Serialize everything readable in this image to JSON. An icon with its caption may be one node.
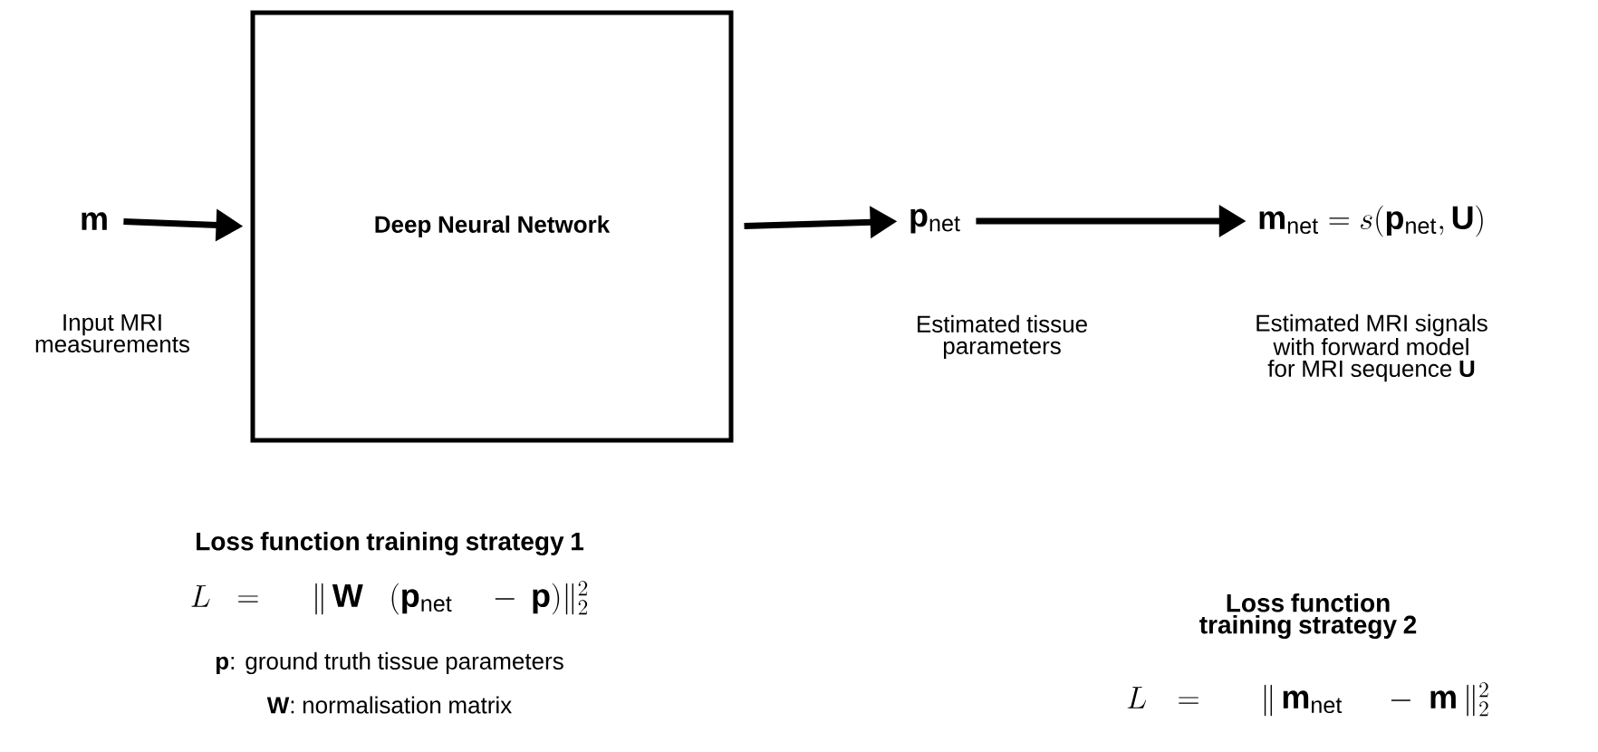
{
  "diagram": {
    "nodes": [
      {
        "text": [
          "\\mathbf{m}"
        ],
        "beside": [
          "Input MRI measurements"
        ]
      },
      {
        "text": [
          "Deep Neural Network"
        ]
      },
      {
        "text": [
          "\\mathbf{p}_{\\mathrm{net}}"
        ],
        "beside": [
          "Estimated tissue parameters"
        ]
      },
      {
        "text": [
          "\\mathbf{m}_{\\mathrm{net}} = s(\\mathbf{p}_{\\mathrm{net}}, \\mathbf{U})"
        ],
        "beside": [
          "Estimated MRI signals with forward model for MRI sequence **U**"
        ]
      }
    ],
    "edges": [
      {
        "from": 0,
        "to": 1,
        "arrow": "to"
      },
      {
        "from": 1,
        "to": 2,
        "arrow": "to"
      },
      {
        "from": 2,
        "to": 3,
        "arrow": "to"
      }
    ],
    "labels": [
      "Loss function training strategy 1",
      "L = \\;\\| \\,\\mathbf{W}\\;(\\mathbf{p}_{\\mathrm{net}}\\; - \\mathbf{p}) \\|_2^2",
      "**p**: ground truth tissue parameters",
      "**W**: normalisation matrix",
      "Loss function training strategy 2",
      "L = \\;\\| \\,\\mathbf{m}_{\\mathrm{net}}\\; - \\mathbf{m} \\,\\|_2^2"
    ]
  }
}
